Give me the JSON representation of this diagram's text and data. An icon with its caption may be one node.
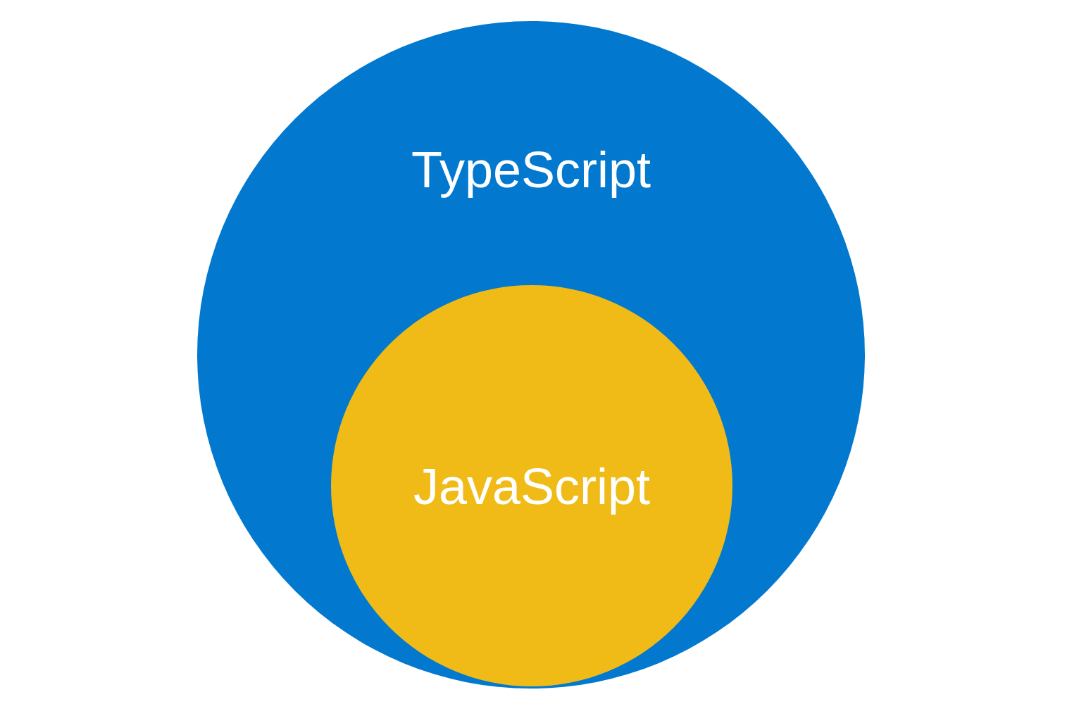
{
  "diagram": {
    "nodes": [
      {
        "text": [
          "TypeScript"
        ]
      },
      {
        "text": [
          "JavaScript"
        ],
        "in": 0
      }
    ]
  }
}
